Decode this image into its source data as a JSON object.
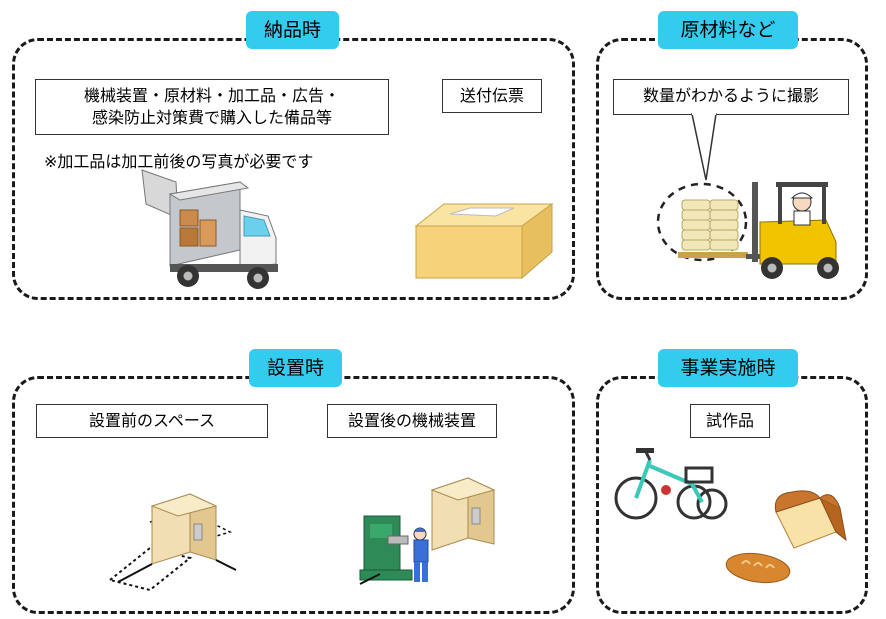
{
  "panels": {
    "delivery": {
      "tag": "納品時",
      "box_line1": "機械装置・原材料・加工品・広告・",
      "box_line2": "感染防止対策費で購入した備品等",
      "note": "※加工品は加工前後の写真が必要です",
      "invoice_label": "送付伝票"
    },
    "materials": {
      "tag": "原材料など",
      "callout": "数量がわかるように撮影"
    },
    "installation": {
      "tag": "設置時",
      "before_label": "設置前のスペース",
      "after_label": "設置後の機械装置"
    },
    "implementation": {
      "tag": "事業実施時",
      "prototype_label": "試作品"
    }
  },
  "colors": {
    "tag_bg": "#33ccee",
    "border": "#1a1a1a"
  }
}
